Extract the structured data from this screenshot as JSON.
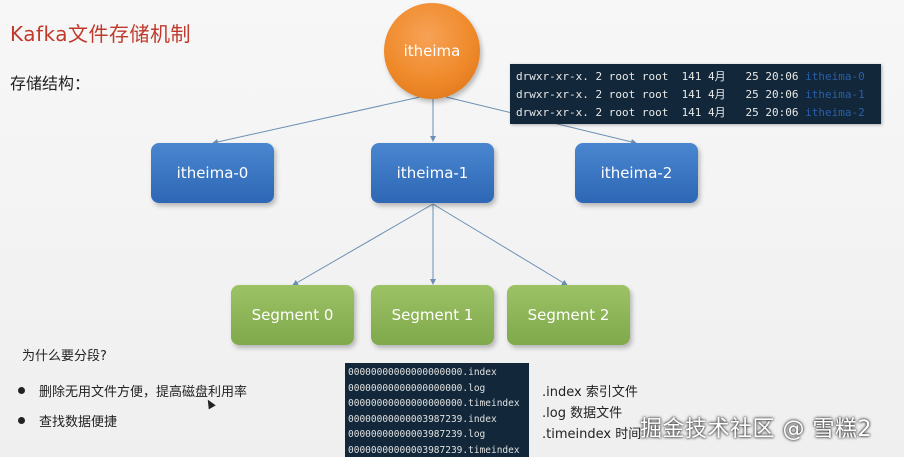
{
  "title": "Kafka文件存储机制",
  "subtitle": "存储结构：",
  "root": {
    "label": "itheima"
  },
  "terminal_lines": [
    {
      "text": "drwxr-xr-x. 2 root root  141 4月   25 20:06 ",
      "dir": "itheima-0"
    },
    {
      "text": "drwxr-xr-x. 2 root root  141 4月   25 20:06 ",
      "dir": "itheima-1"
    },
    {
      "text": "drwxr-xr-x. 2 root root  141 4月   25 20:06 ",
      "dir": "itheima-2"
    }
  ],
  "partitions": [
    {
      "label": "itheima-0"
    },
    {
      "label": "itheima-1"
    },
    {
      "label": "itheima-2"
    }
  ],
  "segments": [
    {
      "label": "Segment 0"
    },
    {
      "label": "Segment 1"
    },
    {
      "label": "Segment 2"
    }
  ],
  "question": "为什么要分段?",
  "bullets": [
    {
      "text": "删除无用文件方便，提高磁盘利用率"
    },
    {
      "text": "查找数据便捷"
    }
  ],
  "file_listing": [
    "00000000000000000000.index",
    "00000000000000000000.log",
    "00000000000000000000.timeindex",
    "00000000000003987239.index",
    "00000000000003987239.log",
    "00000000000003987239.timeindex"
  ],
  "legend": [
    {
      "text": ".index  索引文件"
    },
    {
      "text": ".log 数据文件"
    },
    {
      "text": ".timeindex 时间"
    }
  ],
  "watermark": "掘金技术社区 @ 雪糕2",
  "colors": {
    "title": "#c0392b",
    "root_node": "#ef8a2b",
    "partition_node": "#2d67b5",
    "segment_node": "#7fa94a",
    "terminal_bg": "#12283a",
    "edge": "#6b8fb5"
  },
  "icons": {
    "cursor": "mouse-pointer-icon",
    "bullet": "bullet-dot-icon"
  }
}
